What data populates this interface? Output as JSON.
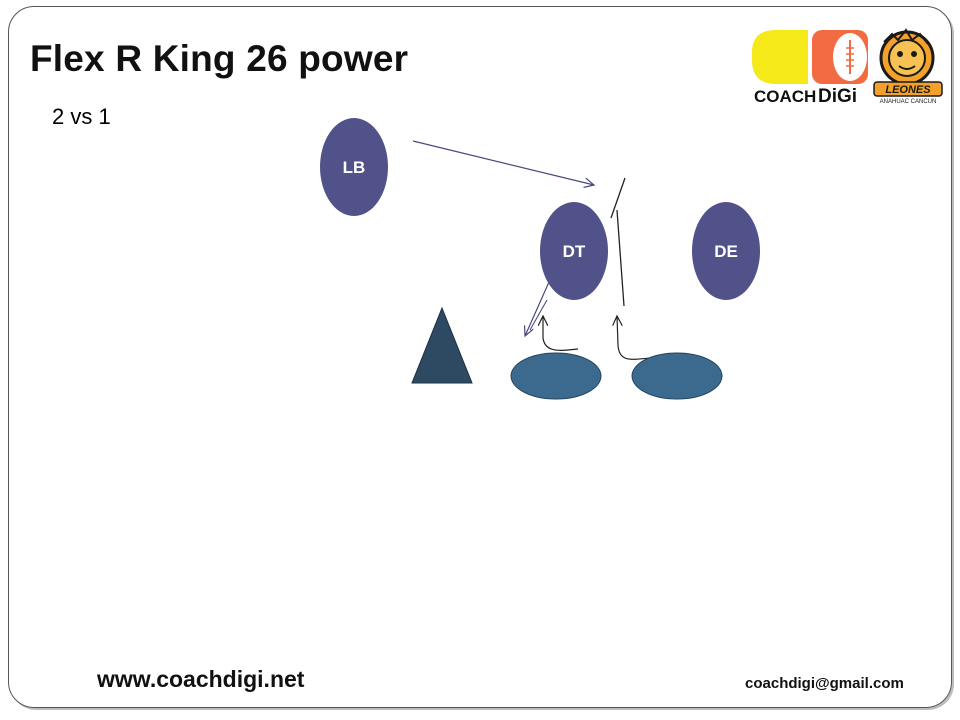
{
  "slide": {
    "title": "Flex R King 26 power",
    "subtitle": "2 vs 1",
    "website": "www.coachdigi.net",
    "email": "coachdigi@gmail.com"
  },
  "players": {
    "lb": "LB",
    "dt": "DT",
    "de": "DE"
  },
  "logos": {
    "coachdigi_text_left": "COACH",
    "coachdigi_text_right": "DiGi",
    "leones_text": "LEONES",
    "leones_sub": "ANAHUAC CANCUN"
  },
  "colors": {
    "defense": "#52528a",
    "offense": "#3c6a8e",
    "triangle": "#2e4a62",
    "arrow": "#4a4a7a",
    "logo_yellow": "#f5e91a",
    "logo_orange": "#f26b43"
  }
}
